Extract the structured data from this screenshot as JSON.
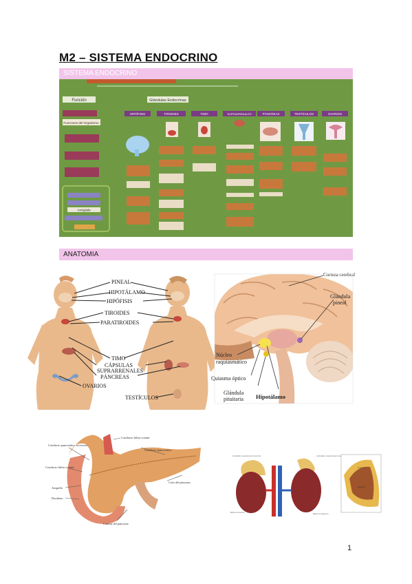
{
  "title": "M2 – SISTEMA ENDOCRINO",
  "section1": {
    "label": "SISTEMA ENDOCRINO"
  },
  "section2": {
    "label": "ANATOMIA"
  },
  "concept_map": {
    "branch_left": "Función",
    "branch_right": "Glándulas Endocrinas",
    "left_items": [
      "Funciones del Organismo"
    ],
    "glands": [
      "HIPÓFISIS",
      "TIROIDES",
      "TIMO",
      "SUPRARRENALES",
      "PÁNCREAS",
      "TESTÍCULOS",
      "OVARIOS"
    ],
    "bottom_items": [
      "Amígdala"
    ]
  },
  "body_labels": [
    "PINEAL",
    "HIPOTÁLAMO",
    "HIPÓFISIS",
    "TIROIDES",
    "PARATIROIDES",
    "TIMO",
    "CÁPSULAS",
    "SUPRARRENALES",
    "PÁNCREAS",
    "OVARIOS",
    "TESTÍCULOS"
  ],
  "brain_labels": {
    "corteza": "Corteza cerebral",
    "glandula_pineal_1": "Glándula",
    "glandula_pineal_2": "pineal",
    "nucleo_1": "Núcleo",
    "nucleo_2": "raquiasmático",
    "quiasma": "Quiasma óptico",
    "pituitaria_1": "Glándula",
    "pituitaria_2": "pituitaria",
    "hipotalamo": "Hipotálamo"
  },
  "pancreas_labels": [
    "Conducto biliar común",
    "Conducto pancreático accesorio",
    "Conducto pancreático",
    "Conducto biliar común",
    "Ampolla",
    "Duodeno",
    "Cola del páncreas",
    "Cabeza del páncreas"
  ],
  "kidney_labels": [
    "Glándula suprarrenal derecha",
    "Glándula suprarrenal izquierda",
    "Riñón derecho",
    "Riñón izquierdo",
    "Corteza",
    "Médula"
  ],
  "page_number": "1",
  "colors": {
    "band": "#f2c4ea",
    "map_bg": "#6f9a43",
    "gland_box": "#c7793b",
    "skin": "#e9b98c"
  }
}
